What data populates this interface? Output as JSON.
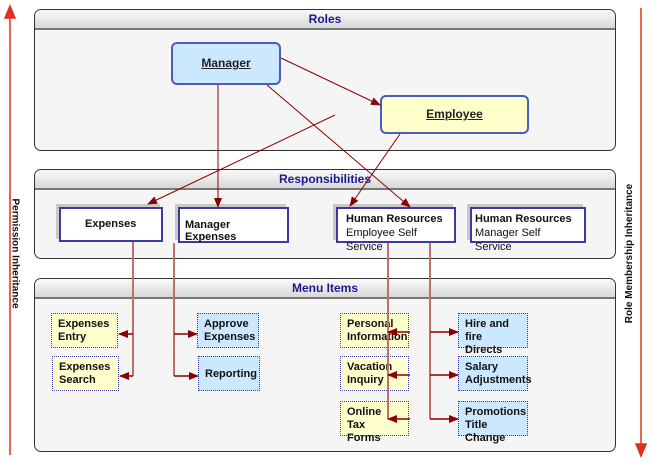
{
  "colors": {
    "arrow": "#8b0000",
    "connector": "#c0706a",
    "side_arrow": "#e03020",
    "header_text": "#1a1a8c",
    "role_manager": "#cce8ff",
    "role_employee": "#ffffcc"
  },
  "side": {
    "left": "Permission Inheritance",
    "right": "Role Membership Inheritance"
  },
  "roles": {
    "title": "Roles",
    "manager": "Manager",
    "employee": "Employee"
  },
  "responsibilities": {
    "title": "Responsibilities",
    "items": [
      {
        "line1": "Expenses"
      },
      {
        "line1": "Manager Expenses"
      },
      {
        "line1": "Human Resources",
        "line2": "Employee Self Service"
      },
      {
        "line1": "Human Resources",
        "line2": "Manager Self Service"
      }
    ]
  },
  "menu": {
    "title": "Menu Items",
    "items": [
      {
        "l1": "Expenses",
        "l2": "Entry"
      },
      {
        "l1": "Expenses",
        "l2": "Search"
      },
      {
        "l1": "Approve",
        "l2": "Expenses"
      },
      {
        "l1": "Reporting"
      },
      {
        "l1": "Personal",
        "l2": "Information"
      },
      {
        "l1": "Vacation",
        "l2": "Inquiry"
      },
      {
        "l1": "Online Tax",
        "l2": "Forms"
      },
      {
        "l1": "Hire and fire",
        "l2": "Directs"
      },
      {
        "l1": "Salary",
        "l2": "Adjustments"
      },
      {
        "l1": "Promotions",
        "l2": "Title Change"
      }
    ]
  }
}
